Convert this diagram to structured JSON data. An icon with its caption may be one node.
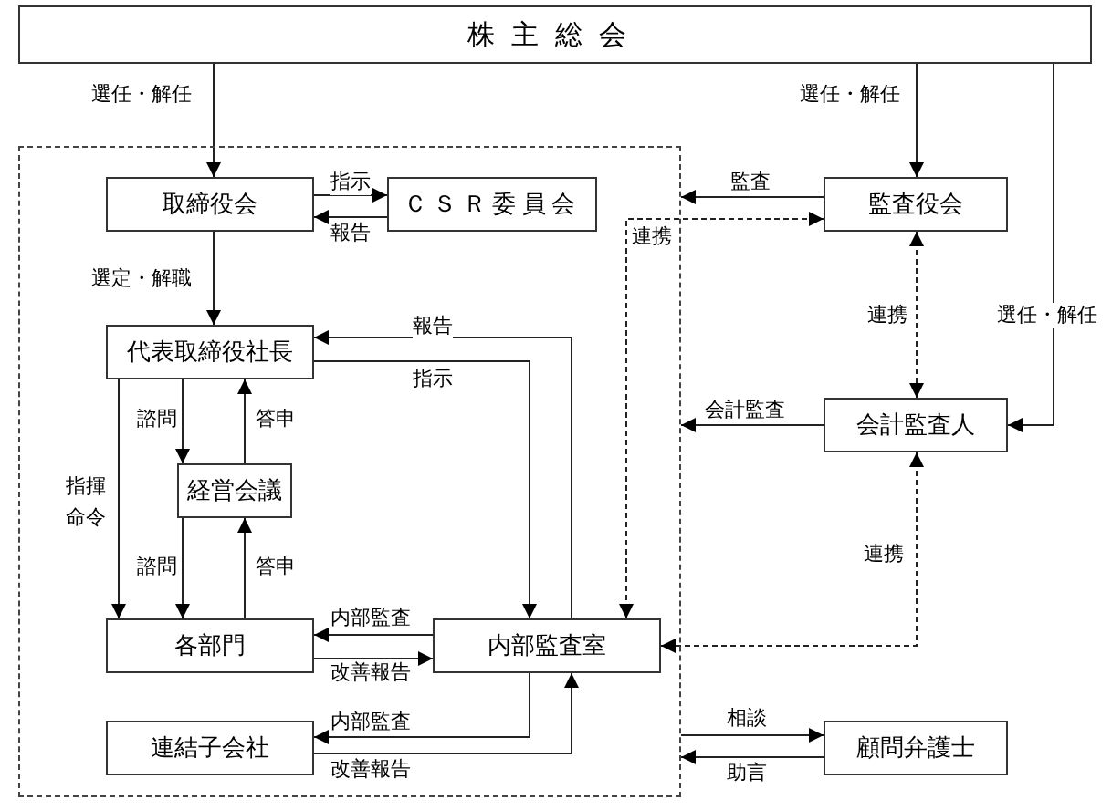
{
  "diagram": {
    "nodes": [
      {
        "text": [
          "株主総会"
        ]
      },
      {
        "text": [],
        "shape": "box"
      },
      {
        "text": [
          "取締役会"
        ],
        "in": 1
      },
      {
        "text": [
          "ＣＳＲ委員会"
        ],
        "in": 1
      },
      {
        "text": [
          "代表取締役社長"
        ],
        "in": 1
      },
      {
        "text": [
          "経営会議"
        ],
        "in": 1
      },
      {
        "text": [
          "各部門"
        ],
        "in": 1
      },
      {
        "text": [
          "内部監査室"
        ],
        "in": 1
      },
      {
        "text": [
          "連結子会社"
        ],
        "in": 1
      },
      {
        "text": [
          "監査役会"
        ]
      },
      {
        "text": [
          "会計監査人"
        ]
      },
      {
        "text": [
          "顧問弁護士"
        ]
      }
    ],
    "edges": [
      {
        "from": 0,
        "to": 2,
        "arrow": "to",
        "label": "選任・解任"
      },
      {
        "from": 0,
        "to": 9,
        "arrow": "to",
        "label": "選任・解任"
      },
      {
        "from": 0,
        "to": 10,
        "arrow": "to",
        "label": "選任・解任"
      },
      {
        "from": 2,
        "to": 3,
        "arrow": "to",
        "label": "指示"
      },
      {
        "from": 3,
        "to": 2,
        "arrow": "to",
        "label": "報告"
      },
      {
        "from": 2,
        "to": 4,
        "arrow": "to",
        "label": "選定・解職"
      },
      {
        "from": 7,
        "to": 4,
        "arrow": "to",
        "label": "報告"
      },
      {
        "from": 4,
        "to": 7,
        "arrow": "to",
        "label": "指示"
      },
      {
        "from": 4,
        "to": 5,
        "arrow": "to",
        "label": "諮問"
      },
      {
        "from": 5,
        "to": 4,
        "arrow": "to",
        "label": "答申"
      },
      {
        "from": 4,
        "to": 6,
        "arrow": "to",
        "label": "指揮命令"
      },
      {
        "from": 5,
        "to": 6,
        "arrow": "to",
        "label": "諮問"
      },
      {
        "from": 6,
        "to": 5,
        "arrow": "to",
        "label": "答申"
      },
      {
        "from": 7,
        "to": 6,
        "arrow": "to",
        "label": "内部監査"
      },
      {
        "from": 6,
        "to": 7,
        "arrow": "to",
        "label": "改善報告"
      },
      {
        "from": 7,
        "to": 8,
        "arrow": "to",
        "label": "内部監査"
      },
      {
        "from": 8,
        "to": 7,
        "arrow": "to",
        "label": "改善報告"
      },
      {
        "from": 9,
        "to": 1,
        "arrow": "to",
        "label": "監査"
      },
      {
        "from": 7,
        "to": 9,
        "arrow": "both",
        "label": "連携",
        "style": "dashed"
      },
      {
        "from": 9,
        "to": 10,
        "arrow": "both",
        "label": "連携",
        "style": "dashed"
      },
      {
        "from": 10,
        "to": 1,
        "arrow": "to",
        "label": "会計監査"
      },
      {
        "from": 10,
        "to": 7,
        "arrow": "both",
        "label": "連携",
        "style": "dashed"
      },
      {
        "from": 1,
        "to": 11,
        "arrow": "to",
        "label": "相談"
      },
      {
        "from": 11,
        "to": 1,
        "arrow": "to",
        "label": "助言"
      }
    ]
  }
}
